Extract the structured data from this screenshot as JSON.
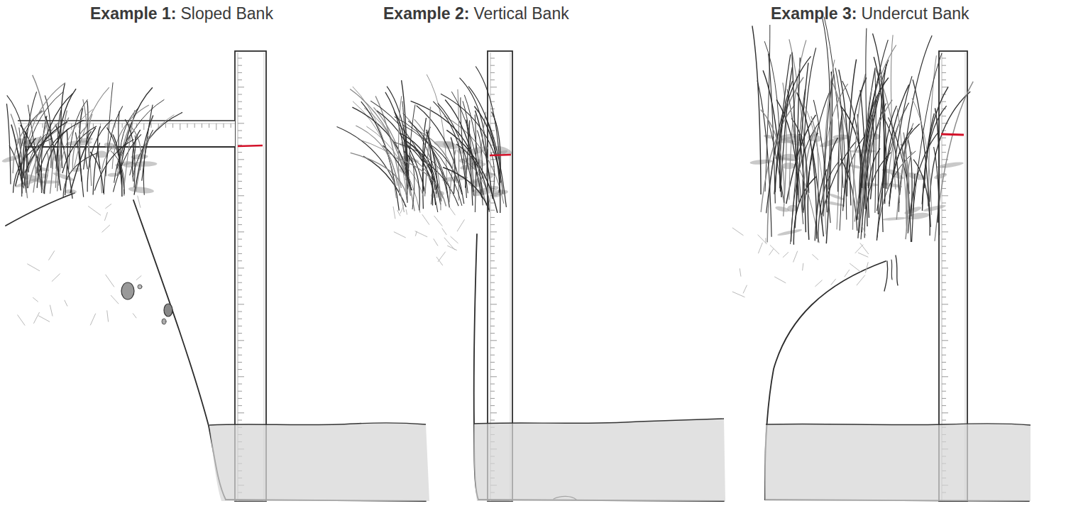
{
  "diagram": {
    "labels": [
      "Example 1:",
      "Sloped Bank",
      "Example 2:",
      "Vertical Bank",
      "Example 3:",
      "Undercut Bank"
    ]
  }
}
